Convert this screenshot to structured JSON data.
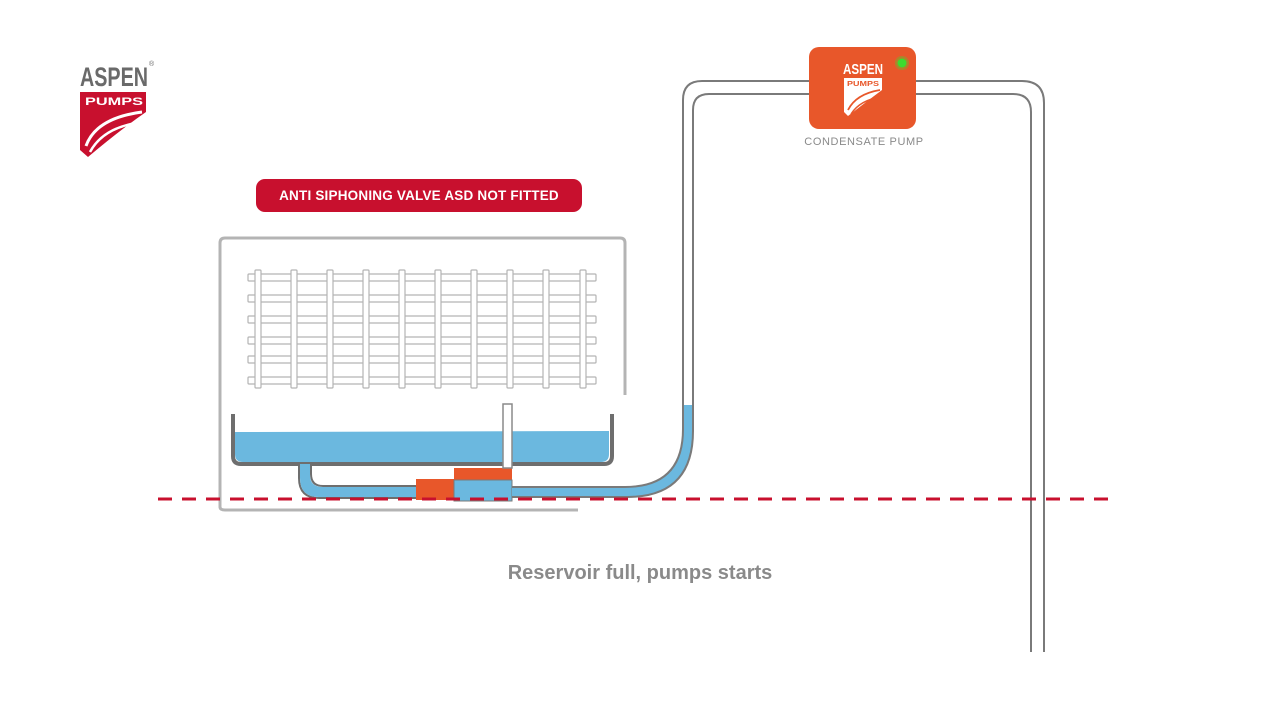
{
  "brand": {
    "name": "ASPEN",
    "subname": "PUMPS",
    "registered": "®"
  },
  "banner": {
    "text": "ANTI SIPHONING VALVE ASD NOT FITTED"
  },
  "pump": {
    "label": "CONDENSATE PUMP",
    "brand_name": "ASPEN",
    "brand_subname": "PUMPS",
    "status_led": "on"
  },
  "caption": {
    "text": "Reservoir full, pumps starts"
  },
  "colors": {
    "brand_red": "#c8102e",
    "pump_orange": "#e8572a",
    "water_blue": "#6bb8df",
    "pipe_gray": "#7a7a7a",
    "unit_gray": "#b4b4b4",
    "led_green": "#3ddc2f",
    "caption_gray": "#8a8a8a"
  }
}
